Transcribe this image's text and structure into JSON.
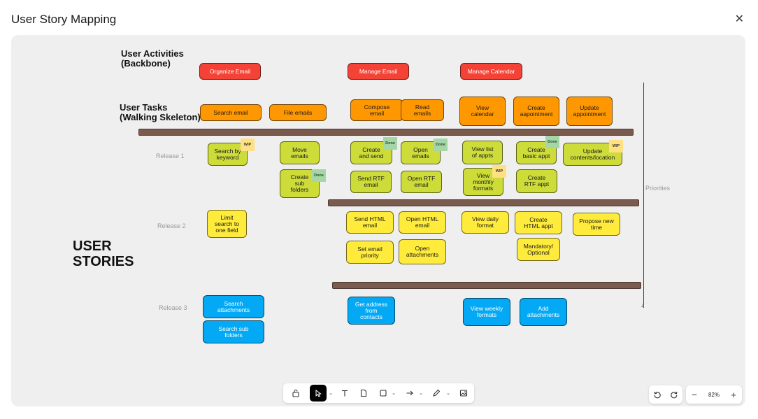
{
  "window": {
    "title": "User Story Mapping",
    "close_icon": "close-icon"
  },
  "map": {
    "activities_heading": "User Activities\n(Backbone)",
    "tasks_heading": "User Tasks\n(Walking Skeleton)",
    "stories_heading": "USER\nSTORIES",
    "priorities_label": "Priorities",
    "releases": [
      "Release 1",
      "Release 2",
      "Release 3"
    ],
    "activities": [
      "Organize Email",
      "Manage Email",
      "Manage Calendar"
    ],
    "tasks": [
      "Search email",
      "File emails",
      "Compose\nemail",
      "Read\nemails",
      "View\ncalendar",
      "Create\naapointment",
      "Update\nappointment"
    ],
    "release1": [
      "Search by\nkeyword",
      "Move\nemails",
      "Create\nsub\nfolders",
      "Create\nand send",
      "Open\nemails",
      "Send RTF\nemail",
      "Open RTF\nemail",
      "View list\nof appts",
      "View\nmonthly\nformats",
      "Create\nbasic appt",
      "Create\nRTF appt",
      "Update\ncontents/location"
    ],
    "release2": [
      "Limit\nsearch to\none field",
      "Send HTML\nemail",
      "Open HTML\nemail",
      "Set email\npriority",
      "Open\nattachments",
      "View daily\nformat",
      "Create\nHTML appt",
      "Mandatory/\nOptional",
      "Propose new\ntime"
    ],
    "release3": [
      "Search\nattachments",
      "Search sub\nfolders",
      "Get address\nfrom\ncontacts",
      "View weekly\nformats",
      "Add\nattachments"
    ],
    "badges": {
      "wip": "WIP",
      "done": "Done"
    },
    "colors": {
      "activity": "#f44336",
      "task": "#ff9800",
      "release1": "#cddc39",
      "release2": "#ffeb3b",
      "release3": "#03a9f4",
      "divider": "#7a5b4d"
    }
  },
  "toolbar": {
    "tools": [
      "lock-icon",
      "select-pointer-icon",
      "text-icon",
      "sticky-note-icon",
      "shape-square-icon",
      "arrow-icon",
      "pen-icon",
      "image-icon"
    ],
    "active_tool": "select-pointer-icon"
  },
  "zoom": {
    "level": "82%",
    "minus": "−",
    "plus": "+"
  },
  "history": {
    "undo_icon": "undo-icon",
    "redo_icon": "redo-icon"
  }
}
